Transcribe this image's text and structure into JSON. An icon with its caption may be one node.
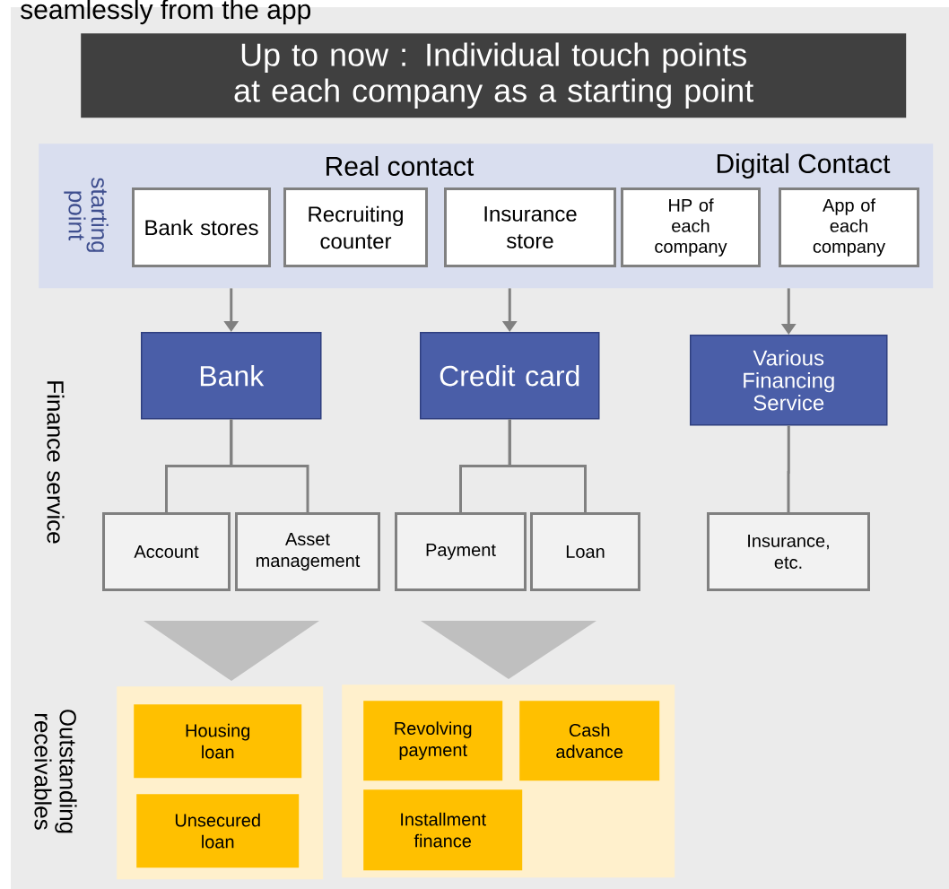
{
  "diagram": {
    "title": "seamlessly from the app",
    "nodes": [
      {
        "text": [
          "Up to now : Individual touch points at each company as a starting point"
        ]
      },
      {
        "text": [
          "starting point",
          "Real contact",
          "Digital Contact"
        ]
      },
      {
        "text": [
          "Bank stores"
        ],
        "in": 1
      },
      {
        "text": [
          "Recruiting counter"
        ],
        "in": 1
      },
      {
        "text": [
          "Insurance store"
        ],
        "in": 1
      },
      {
        "text": [
          "HP of each company"
        ],
        "in": 1
      },
      {
        "text": [
          "App of each company"
        ],
        "in": 1
      },
      {
        "text": [
          "Bank"
        ]
      },
      {
        "text": [
          "Credit card"
        ]
      },
      {
        "text": [
          "Various Financing Service"
        ]
      },
      {
        "text": [
          "Account"
        ]
      },
      {
        "text": [
          "Asset management"
        ]
      },
      {
        "text": [
          "Payment"
        ]
      },
      {
        "text": [
          "Loan"
        ]
      },
      {
        "text": [
          "Insurance, etc."
        ]
      },
      {
        "text": [],
        "shape": "box"
      },
      {
        "text": [
          "Housing loan"
        ],
        "in": 15
      },
      {
        "text": [
          "Unsecured loan"
        ],
        "in": 15
      },
      {
        "text": [],
        "shape": "box"
      },
      {
        "text": [
          "Revolving payment"
        ],
        "in": 18
      },
      {
        "text": [
          "Cash advance"
        ],
        "in": 18
      },
      {
        "text": [
          "Installment finance"
        ],
        "in": 18
      }
    ],
    "edges": [
      {
        "from": 1,
        "to": 7,
        "arrow": "to"
      },
      {
        "from": 1,
        "to": 8,
        "arrow": "to"
      },
      {
        "from": 1,
        "to": 9,
        "arrow": "to"
      },
      {
        "from": 7,
        "to": 10,
        "arrow": "none"
      },
      {
        "from": 7,
        "to": 11,
        "arrow": "none"
      },
      {
        "from": 8,
        "to": 12,
        "arrow": "none"
      },
      {
        "from": 8,
        "to": 13,
        "arrow": "none"
      },
      {
        "from": 9,
        "to": 14,
        "arrow": "none"
      },
      {
        "from": null,
        "to": 15,
        "arrow": "to"
      },
      {
        "from": null,
        "to": 18,
        "arrow": "to"
      }
    ],
    "labels": [
      "Finance service",
      "Outstanding receivables"
    ]
  }
}
